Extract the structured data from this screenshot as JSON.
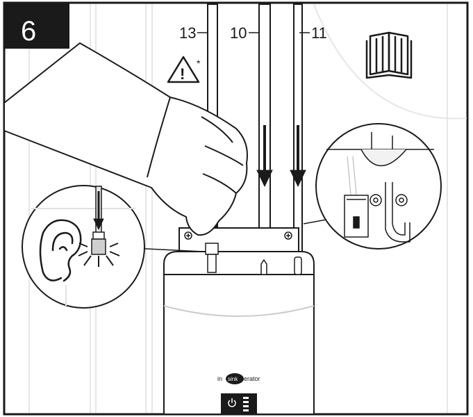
{
  "step": {
    "number": "6"
  },
  "callouts": {
    "tube_a": "13",
    "tube_b": "10",
    "tube_c": "11"
  },
  "warning": {
    "symbol": "!",
    "asterisk": "*"
  },
  "brand": {
    "prefix": "in",
    "middle": "sink",
    "suffix": "erator"
  },
  "icons": [
    "warning-triangle-icon",
    "manual-book-icon",
    "ear-icon",
    "power-icon",
    "arrow-down-icon"
  ],
  "colors": {
    "ink": "#1a1a1a",
    "paper": "#ffffff",
    "step_box": "#1a1a1a",
    "hand_fill": "#ffffff"
  }
}
